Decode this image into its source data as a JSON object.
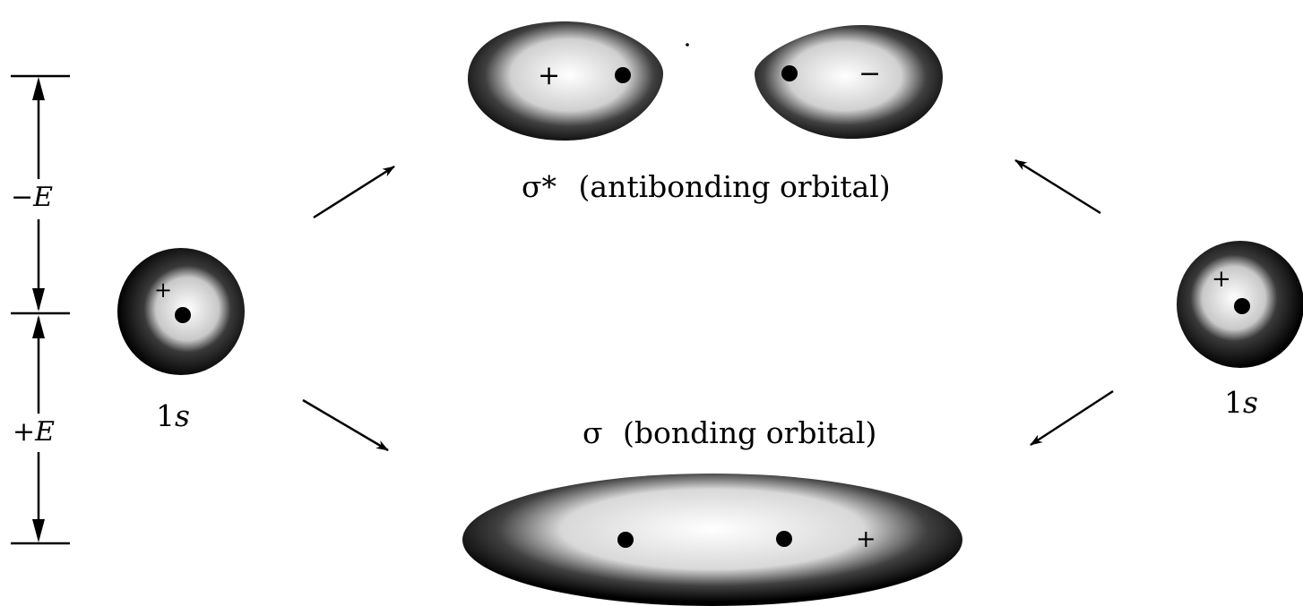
{
  "energy_scale": {
    "upper_label": "−E",
    "lower_label": "+E"
  },
  "antibonding": {
    "symbol": "σ*",
    "caption": "(antibonding orbital)",
    "left_lobe_sign": "+",
    "right_lobe_sign": "−"
  },
  "bonding": {
    "symbol": "σ",
    "caption": "(bonding orbital)",
    "sign": "+"
  },
  "left_atom": {
    "orbital": "1",
    "orbital_letter": "s",
    "sign": "+"
  },
  "right_atom": {
    "orbital": "1",
    "orbital_letter": "s",
    "sign": "+"
  },
  "colors": {
    "ink": "#000000",
    "paper": "#ffffff"
  }
}
